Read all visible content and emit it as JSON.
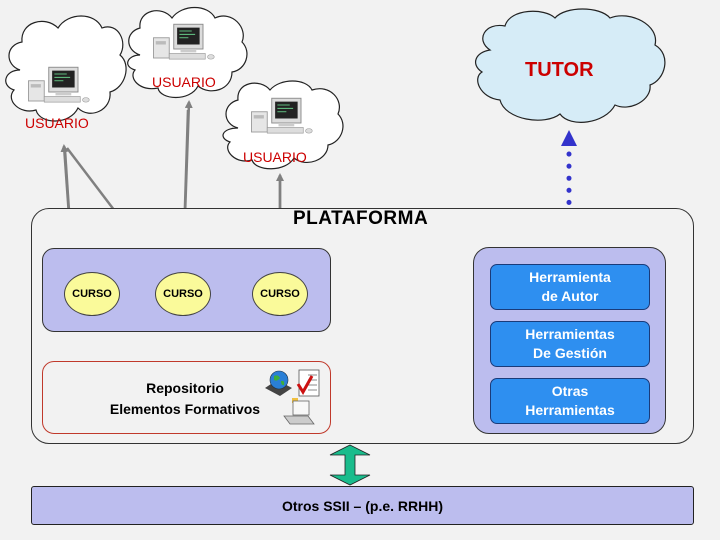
{
  "users": [
    {
      "label": "USUARIO"
    },
    {
      "label": "USUARIO"
    },
    {
      "label": "USUARIO"
    }
  ],
  "tutor": {
    "label": "TUTOR"
  },
  "platform": {
    "title": "PLATAFORMA",
    "courses": [
      {
        "label": "CURSO"
      },
      {
        "label": "CURSO"
      },
      {
        "label": "CURSO"
      }
    ],
    "repository": {
      "line1": "Repositorio",
      "line2": "Elementos Formativos"
    },
    "tools": [
      {
        "label": "Herramienta\nde Autor"
      },
      {
        "label": "Herramientas\nDe Gestión"
      },
      {
        "label": "Otras\nHerramientas"
      }
    ]
  },
  "external_systems": {
    "label": "Otros SSII – (p.e. RRHH)"
  },
  "colors": {
    "background": "#f2f2f2",
    "panel_lavender": "#bcbdee",
    "course_yellow": "#fafa9a",
    "tool_blue": "#2e8ff0",
    "label_red": "#cc0000",
    "tutor_cloud": "#d6ecf7",
    "connector_blue": "#3333cc",
    "connector_green": "#1abc8c",
    "connector_gray": "#808080"
  }
}
